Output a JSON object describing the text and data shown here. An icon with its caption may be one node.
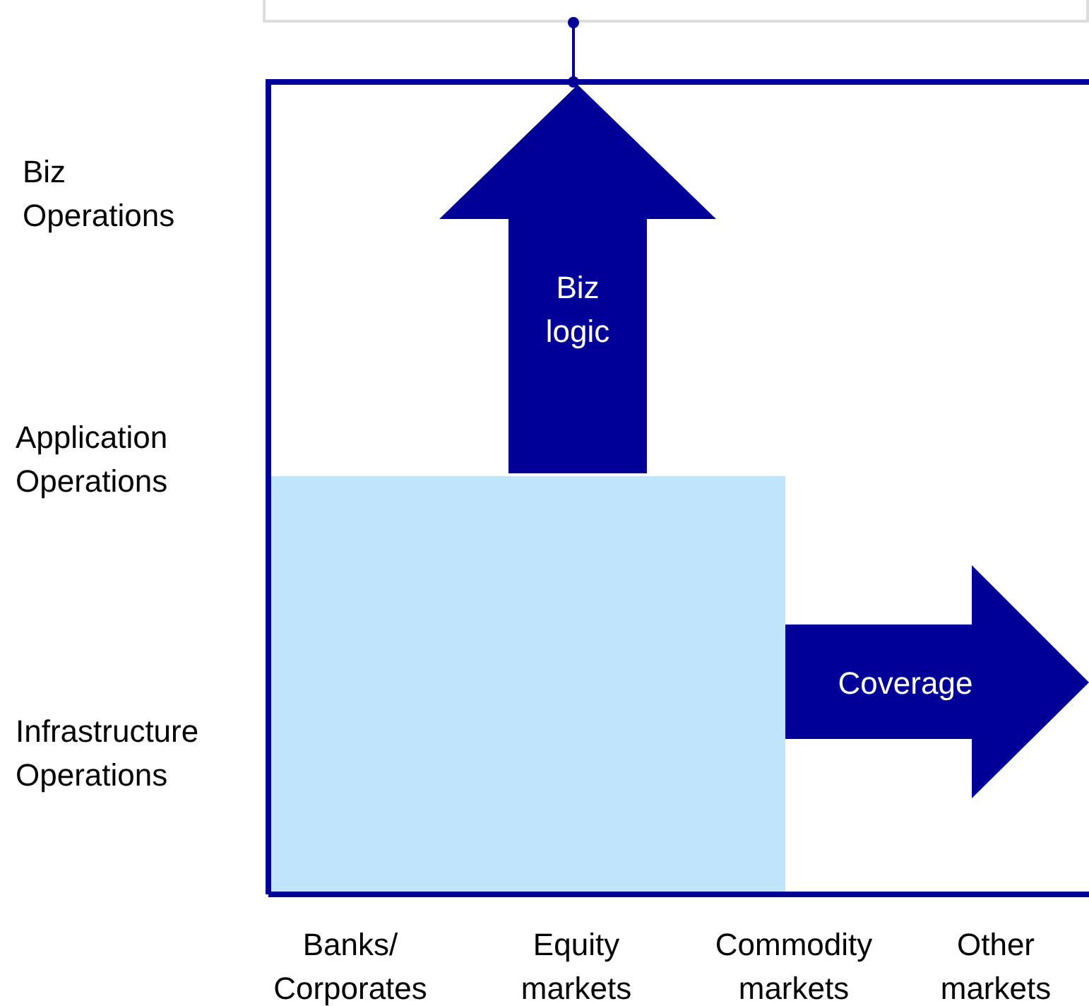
{
  "diagram": {
    "nodes": [
      {
        "text": [],
        "shape": "box"
      },
      {
        "text": [
          "Biz logic"
        ]
      },
      {
        "text": [],
        "shape": "box"
      },
      {
        "text": [
          "Coverage"
        ]
      }
    ],
    "edges": [
      {
        "from": 0,
        "to": 1,
        "arrow": "other"
      }
    ],
    "labels": [
      "Biz Operations",
      "Application Operations",
      "Infrastructure Operations",
      "Banks/ Corporates",
      "Equity markets",
      "Commodity markets",
      "Other markets"
    ]
  }
}
